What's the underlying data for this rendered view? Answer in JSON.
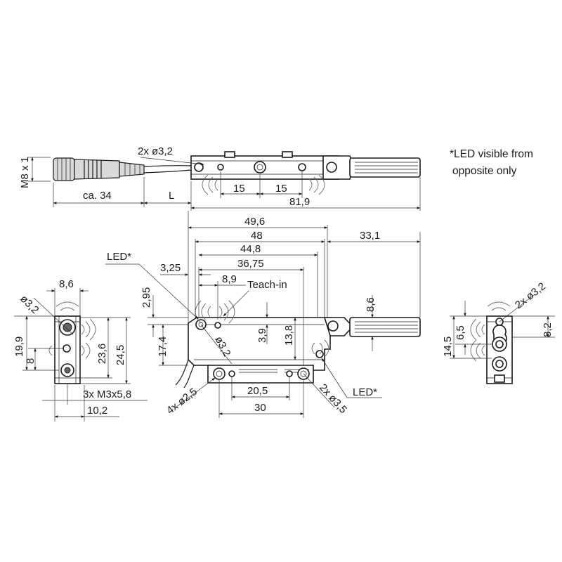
{
  "note": {
    "line1": "*LED visible from",
    "line2": "opposite only"
  },
  "top_view": {
    "thread": "M8 x 1",
    "cable_length": "ca. 34",
    "length_L": "L",
    "holes": "2x ø3,2",
    "spacing_left": "15",
    "spacing_right": "15",
    "overall_length": "81,9"
  },
  "front_view": {
    "dim_49_6": "49,6",
    "dim_48": "48",
    "dim_44_8": "44,8",
    "dim_36_75": "36,75",
    "dim_3_25": "3,25",
    "dim_8_9": "8,9",
    "dim_33_1": "33,1",
    "dim_2_95": "2,95",
    "dim_8_6": "8,6",
    "dim_17_4": "17,4",
    "dim_3_9": "3,9",
    "dim_13_8": "13,8",
    "dim_hole_3_2": "ø3,2",
    "dim_holes_2_5": "4x ø2,5",
    "dim_20_5": "20,5",
    "dim_30": "30",
    "dim_holes_3_5": "2x ø3,5",
    "led_top": "LED*",
    "led_bottom": "LED*",
    "teach_in": "Teach-in"
  },
  "left_view": {
    "dim_8_6": "8,6",
    "dim_hole": "ø3,2",
    "dim_19_9": "19,9",
    "dim_8": "8",
    "dim_23_6": "23,6",
    "dim_24_5": "24,5",
    "thread_holes": "3x M3x5,8",
    "dim_10_2": "10,2"
  },
  "right_view": {
    "holes": "2x ø3,2",
    "dim_14_5": "14,5",
    "dim_6_5": "6,5",
    "dim_8_2": "8,2"
  }
}
